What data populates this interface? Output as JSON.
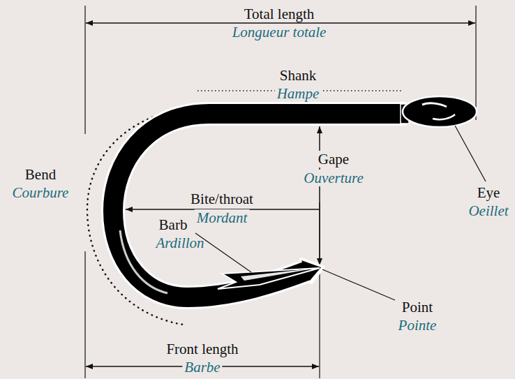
{
  "diagram": {
    "labels": [
      "Total length",
      "Longueur totale",
      "Shank",
      "Hampe",
      "Gape",
      "Ouverture",
      "Bend",
      "Courbure",
      "Bite/throat",
      "Mordant",
      "Eye",
      "Oeillet",
      "Barb",
      "Ardillon",
      "Point",
      "Pointe",
      "Front length",
      "Barbe"
    ]
  }
}
